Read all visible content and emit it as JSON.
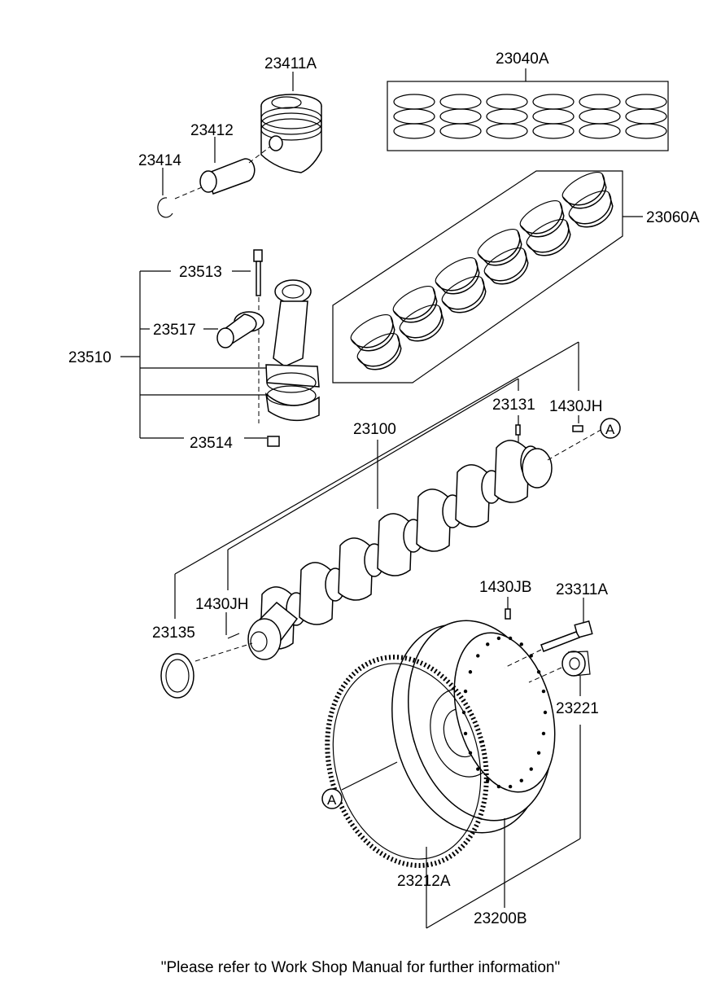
{
  "parts": {
    "p23411A": "23411A",
    "p23412": "23412",
    "p23414": "23414",
    "p23040A": "23040A",
    "p23060A": "23060A",
    "p23513": "23513",
    "p23517": "23517",
    "p23510": "23510",
    "p23514": "23514",
    "p23131": "23131",
    "p1430JH_a": "1430JH",
    "p23100": "23100",
    "p1430JH_b": "1430JH",
    "p23135": "23135",
    "p1430JB": "1430JB",
    "p23311A": "23311A",
    "p23221": "23221",
    "p23212A": "23212A",
    "p23200B": "23200B"
  },
  "markers": {
    "a1": "A",
    "a2": "A"
  },
  "footer_note": "\"Please refer to Work Shop Manual for further information\""
}
